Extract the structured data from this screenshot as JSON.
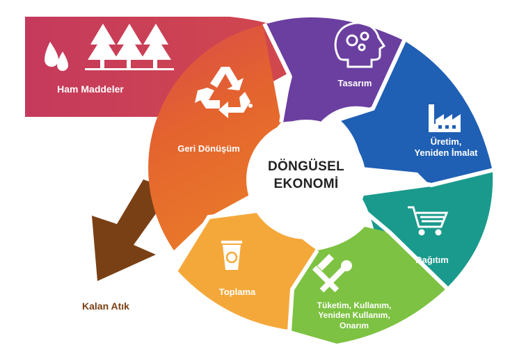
{
  "center": {
    "line1": "DÖNGÜSEL",
    "line2": "EKONOMİ"
  },
  "stages": {
    "raw_materials": {
      "label": "Ham Maddeler",
      "color": "#c8385a"
    },
    "design": {
      "label": "Tasarım",
      "color": "#6b3fa0"
    },
    "production": {
      "line1": "Üretim,",
      "line2": "Yeniden İmalat",
      "color": "#1f5fb4"
    },
    "distribution": {
      "label": "Dağıtım",
      "color": "#1a9a8c"
    },
    "consumption": {
      "line1": "Tüketim, Kullanım,",
      "line2": "Yeniden Kullanım,",
      "line3": "Onarım",
      "color": "#7dc242"
    },
    "collection": {
      "label": "Toplama",
      "color": "#f5a83a"
    },
    "recycling": {
      "label": "Geri Dönüşüm",
      "color": "#e2632e"
    }
  },
  "residual_waste": {
    "label": "Kalan Atık",
    "color": "#7a4015"
  },
  "icons": {
    "raw_materials": [
      "water-drops-icon",
      "trees-icon"
    ],
    "design": "head-gears-icon",
    "production": "factory-icon",
    "distribution": "shopping-cart-icon",
    "consumption": "tools-icon",
    "collection": "recycle-bin-icon",
    "recycling": "recycle-arrows-icon"
  }
}
